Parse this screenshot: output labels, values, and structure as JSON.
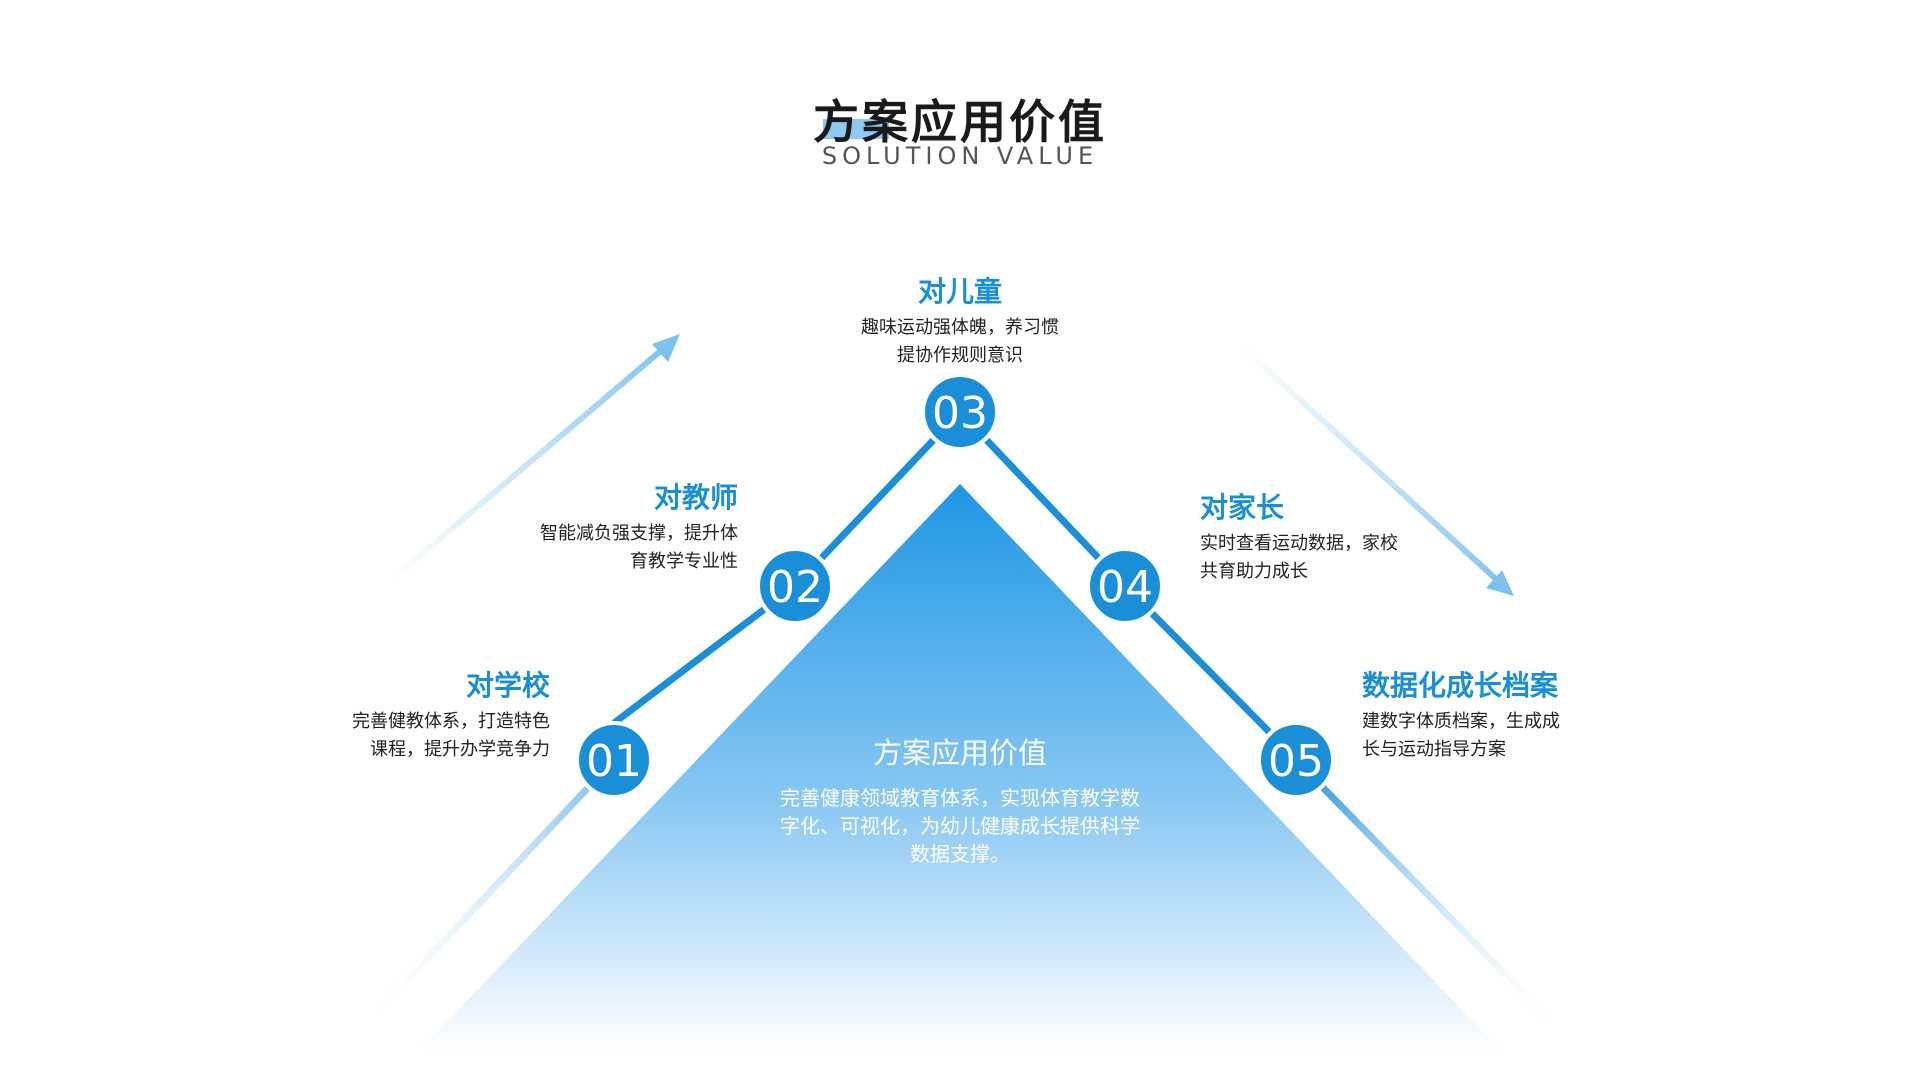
{
  "header": {
    "title": "方案应用价值",
    "subtitle": "SOLUTION VALUE"
  },
  "center": {
    "title": "方案应用价值",
    "desc": "完善健康领域教育体系，实现体育教学数字化、可视化，为幼儿健康成长提供科学数据支撑。"
  },
  "nodes": [
    {
      "num": "01",
      "title": "对学校",
      "desc_line1": "完善健教体系，打造特色",
      "desc_line2": "课程，提升办学竞争力"
    },
    {
      "num": "02",
      "title": "对教师",
      "desc_line1": "智能减负强支撑，提升体",
      "desc_line2": "育教学专业性"
    },
    {
      "num": "03",
      "title": "对儿童",
      "desc_line1": "趣味运动强体魄，养习惯",
      "desc_line2": "提协作规则意识"
    },
    {
      "num": "04",
      "title": "对家长",
      "desc_line1": "实时查看运动数据，家校",
      "desc_line2": "共育助力成长"
    },
    {
      "num": "05",
      "title": "数据化成长档案",
      "desc_line1": "建数字体质档案，生成成",
      "desc_line2": "长与运动指导方案"
    }
  ],
  "colors": {
    "accent": "#1b8fd6",
    "circle": "#1a8fd8",
    "light": "#8fc9f0"
  }
}
